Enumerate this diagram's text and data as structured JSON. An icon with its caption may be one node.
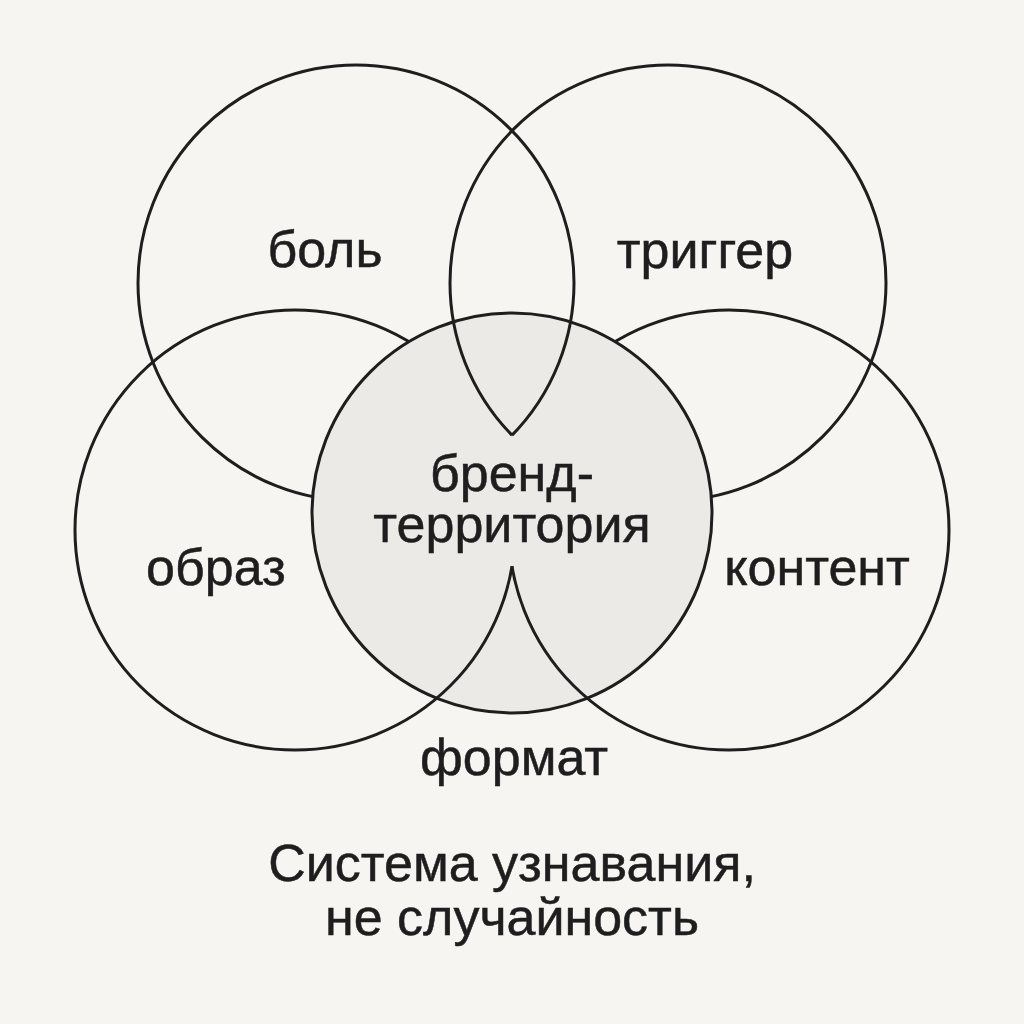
{
  "diagram": {
    "caption": "Система узнавания, не случайность",
    "nodes": [
      {
        "text": [
          "боль"
        ]
      },
      {
        "text": [
          "триггер"
        ]
      },
      {
        "text": [
          "бренд-территория"
        ]
      },
      {
        "text": [
          "образ"
        ]
      },
      {
        "text": [
          "контент"
        ]
      }
    ],
    "labels": [
      "формат"
    ]
  }
}
